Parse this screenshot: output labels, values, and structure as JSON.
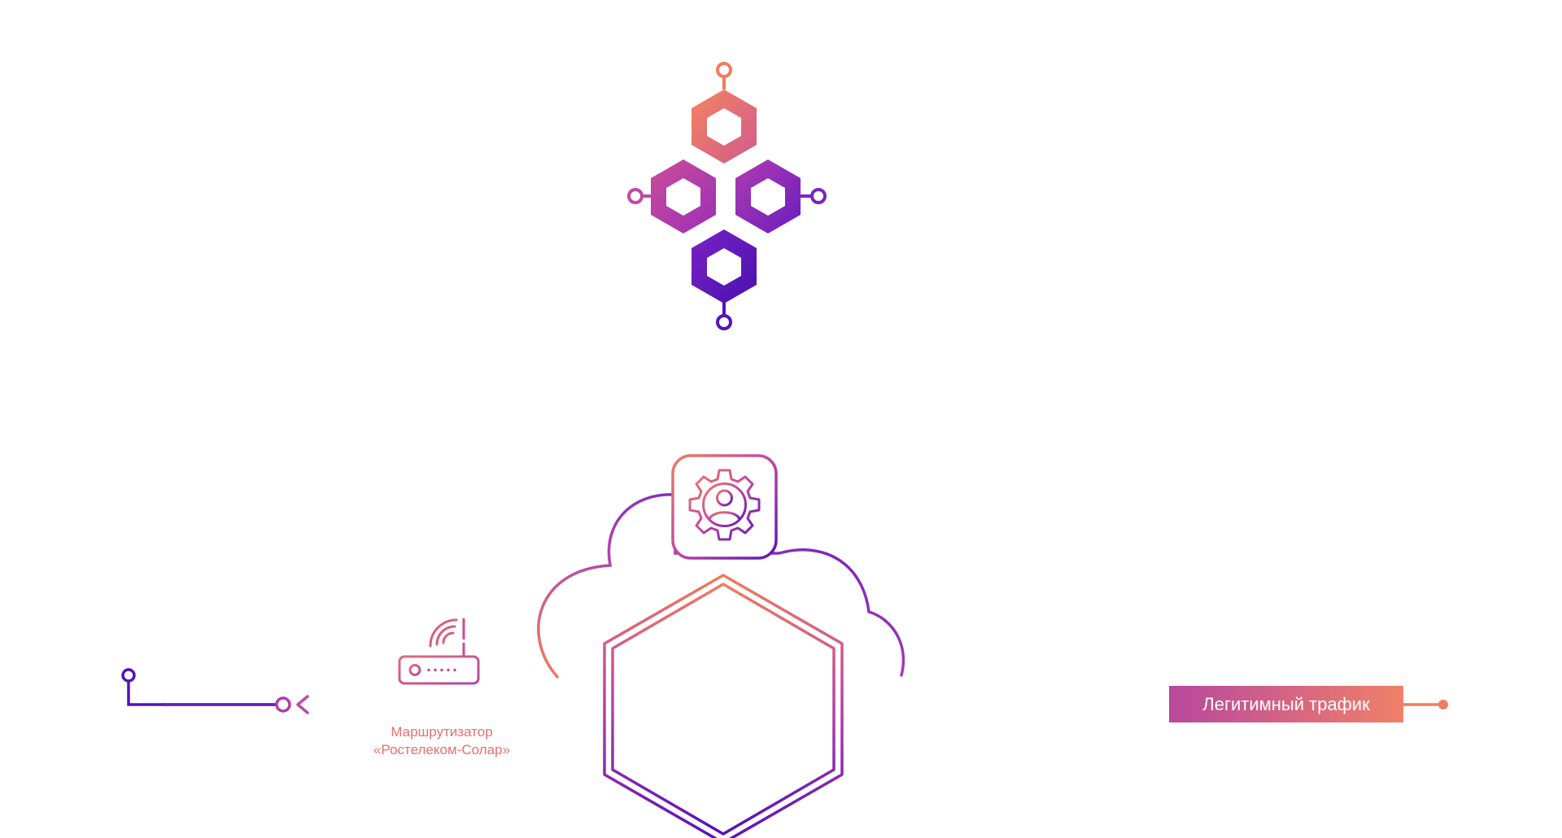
{
  "diagram": {
    "router": {
      "caption_line1": "Маршрутизатор",
      "caption_line2": "«Ростелеком-Солар»",
      "icon": "router-icon"
    },
    "traffic": {
      "label": "Легитимный трафик"
    },
    "cluster": {
      "icon": "hexagon-cluster-icon"
    },
    "cloud": {
      "icon": "cloud-icon",
      "service_icon": "gear-user-icon"
    },
    "colors": {
      "orange": "#f07c5e",
      "pink": "#c84c9c",
      "purple": "#7a2bc4",
      "indigo": "#4a10b0",
      "caption": "#ea6e6e"
    }
  }
}
